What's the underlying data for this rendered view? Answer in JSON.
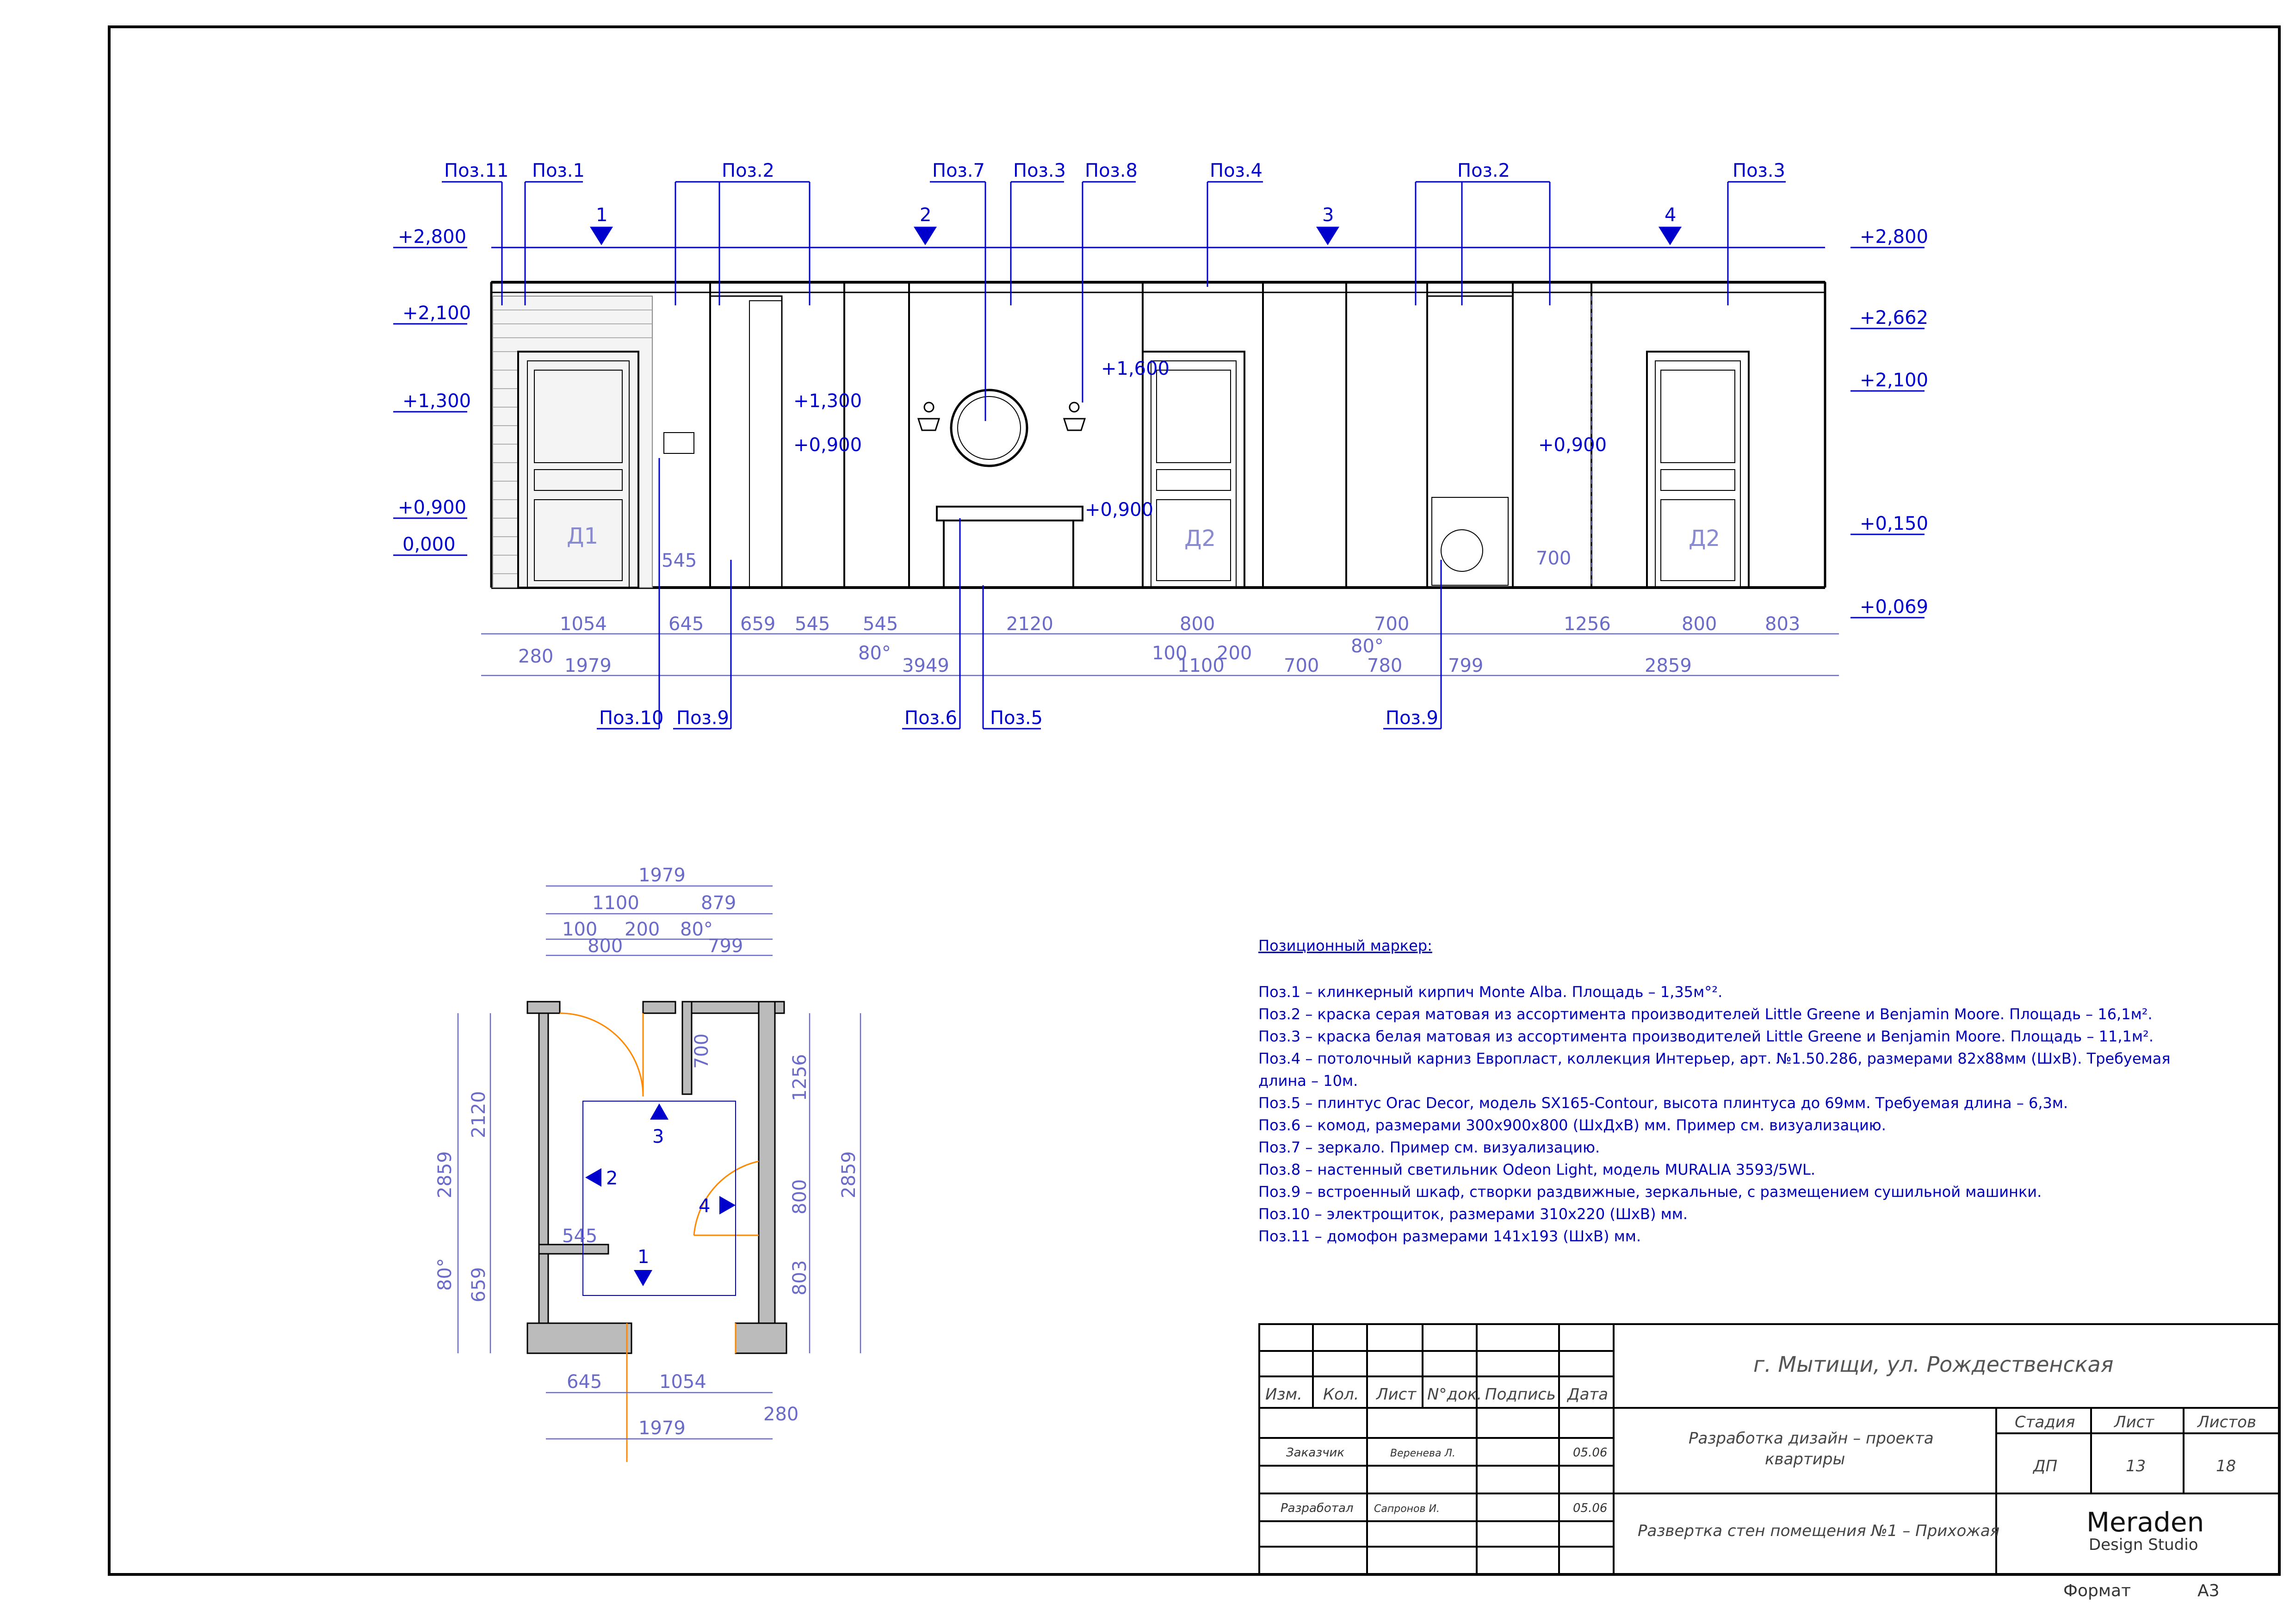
{
  "elevation": {
    "leaders_top": [
      "Поз.11",
      "Поз.1",
      "Поз.2",
      "Поз.7",
      "Поз.3",
      "Поз.8",
      "Поз.4",
      "Поз.2",
      "Поз.3"
    ],
    "leaders_bottom": [
      "Поз.10",
      "Поз.9",
      "Поз.6",
      "Поз.5",
      "Поз.9"
    ],
    "wall_markers": [
      "1",
      "2",
      "3",
      "4"
    ],
    "levels_left": [
      "+2,800",
      "+2,100",
      "+1,300",
      "+0,900",
      "0,000"
    ],
    "levels_right": [
      "+2,800",
      "+2,662",
      "+2,100",
      "+0,150",
      "+0,069"
    ],
    "levels_inner": [
      "+1,300",
      "+0,900",
      "+1,600",
      "+0,900",
      "+0,900",
      "545",
      "700"
    ],
    "doors": [
      "Д1",
      "Д2",
      "Д2"
    ],
    "dims_row1": [
      "1054",
      "645",
      "659",
      "545",
      "545",
      "2120",
      "800",
      "700",
      "1256",
      "800",
      "803"
    ],
    "dims_row2": [
      "280",
      "80°",
      "100",
      "200",
      "80°"
    ],
    "dims_row3": [
      "1979",
      "3949",
      "1100",
      "700",
      "780",
      "799",
      "2859"
    ]
  },
  "plan": {
    "dims_top": [
      "1979",
      "1100",
      "879",
      "100",
      "200",
      "80°",
      "800",
      "799"
    ],
    "dims_left": [
      "2859",
      "2120",
      "80°",
      "659"
    ],
    "dims_right": [
      "1256",
      "2859",
      "800",
      "803"
    ],
    "dims_inner": [
      "700",
      "545"
    ],
    "dims_bottom": [
      "645",
      "1054",
      "1979",
      "280"
    ],
    "markers": [
      "3",
      "2",
      "4",
      "1"
    ]
  },
  "legend": {
    "title": "Позиционный маркер:",
    "items": [
      "Поз.1 – клинкерный кирпич Monte Alba. Площадь – 1,35м°².",
      "Поз.2 – краска серая матовая из ассортимента производителей Little Greene и Benjamin Moore. Площадь – 16,1м².",
      "Поз.3 – краска белая матовая из ассортимента производителей Little Greene и Benjamin Moore. Площадь – 11,1м².",
      "Поз.4 – потолочный карниз Европласт, коллекция Интерьер, арт. №1.50.286, размерами 82x88мм (ШхВ). Требуемая",
      "длина – 10м.",
      "Поз.5 – плинтус Orac Decor, модель SX165-Contour, высота плинтуса до 69мм. Требуемая длина – 6,3м.",
      "Поз.6 – комод, размерами 300х900х800 (ШхДхВ) мм. Пример см. визуализацию.",
      "Поз.7 – зеркало. Пример см. визуализацию.",
      "Поз.8 – настенный светильник Odeon Light, модель MURALIA 3593/5WL.",
      "Поз.9 – встроенный шкаф, створки раздвижные, зеркальные, с размещением сушильной машинки.",
      "Поз.10 – электрощиток, размерами 310x220 (ШхВ) мм.",
      "Поз.11 – домофон размерами 141x193 (ШхВ) мм."
    ]
  },
  "title_block": {
    "address": "г. Мытищи, ул. Рождественская",
    "headers": [
      "Изм.",
      "Кол.",
      "Лист",
      "N°док.",
      "Подпись",
      "Дата"
    ],
    "customer_label": "Заказчик",
    "customer_name": "Веренева Л.",
    "customer_date": "05.06",
    "developer_label": "Разработал",
    "developer_name": "Сапронов И.",
    "developer_date": "05.06",
    "project_line1": "Разработка дизайн – проекта",
    "project_line2": "квартиры",
    "sheet_title": "Развертка стен помещения №1 – Прихожая",
    "stage_label": "Стадия",
    "sheet_label": "Лист",
    "sheets_label": "Листов",
    "stage": "ДП",
    "sheet": "13",
    "sheets": "18",
    "studio": "Meraden",
    "studio_sub": "Design Studio",
    "format_label": "Формат",
    "format": "А3"
  }
}
